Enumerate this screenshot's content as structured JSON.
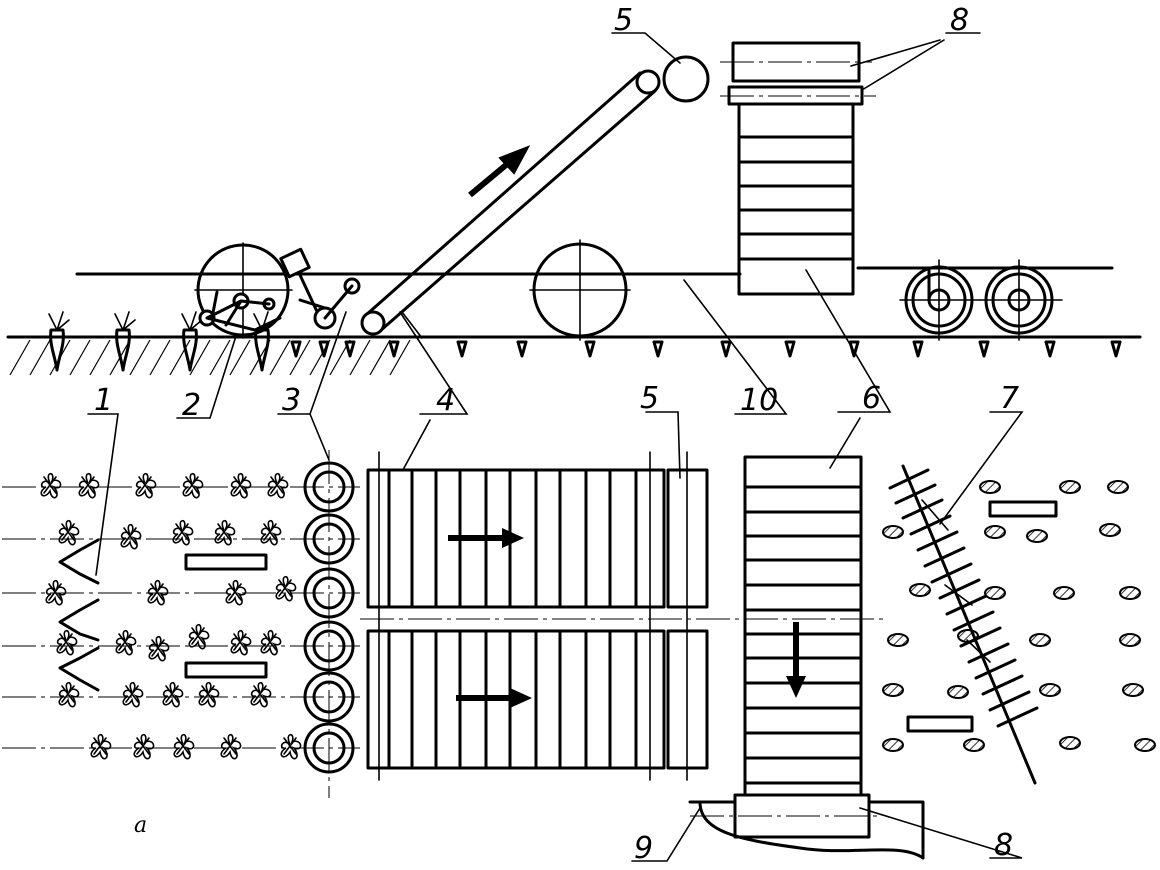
{
  "callouts": {
    "c1": "1",
    "c2": "2",
    "c3": "3",
    "c4": "4",
    "c5_top": "5",
    "c5_plan": "5",
    "c6": "6",
    "c7": "7",
    "c8_top": "8",
    "c8_bottom": "8",
    "c9": "9",
    "c10": "10"
  },
  "sublabel": "а"
}
